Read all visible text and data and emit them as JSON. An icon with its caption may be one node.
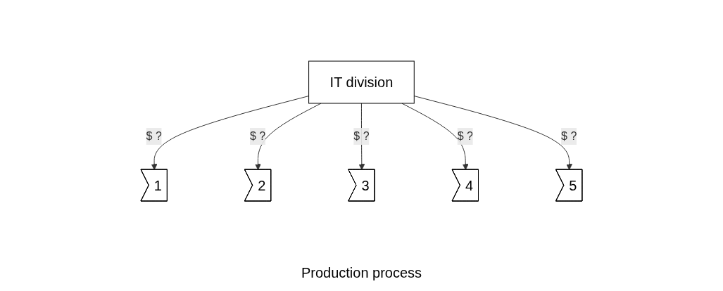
{
  "diagram": {
    "nodes": [
      {
        "text": [
          "IT division"
        ]
      },
      {
        "text": [
          "1"
        ]
      },
      {
        "text": [
          "2"
        ]
      },
      {
        "text": [
          "3"
        ]
      },
      {
        "text": [
          "4"
        ]
      },
      {
        "text": [
          "5"
        ]
      }
    ],
    "edges": [
      {
        "from": 0,
        "to": 1,
        "arrow": "to",
        "label": "$ ?"
      },
      {
        "from": 0,
        "to": 2,
        "arrow": "to",
        "label": "$ ?"
      },
      {
        "from": 0,
        "to": 3,
        "arrow": "to",
        "label": "$ ?"
      },
      {
        "from": 0,
        "to": 4,
        "arrow": "to",
        "label": "$ ?"
      },
      {
        "from": 0,
        "to": 5,
        "arrow": "to",
        "label": "$ ?"
      }
    ],
    "labels": [
      "Production process"
    ]
  }
}
